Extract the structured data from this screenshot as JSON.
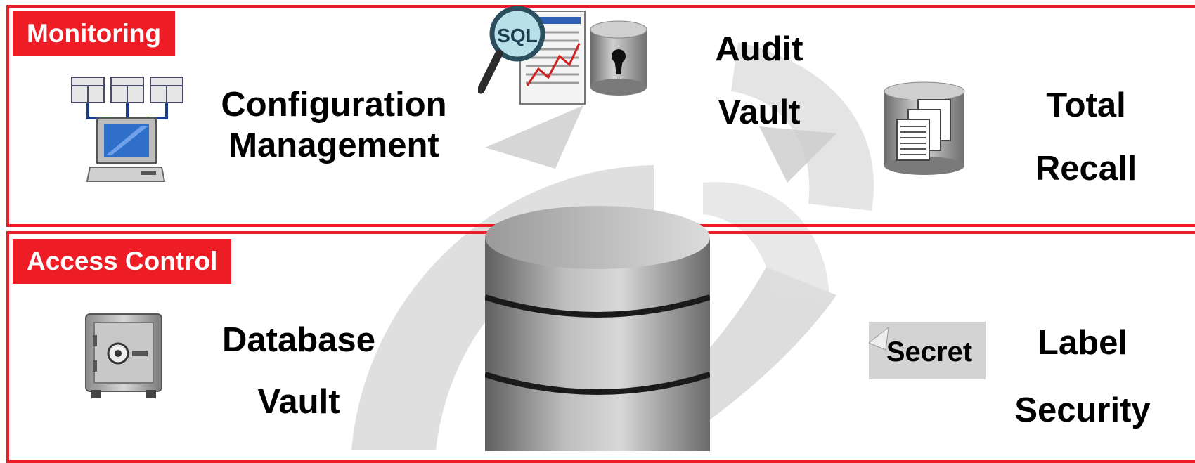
{
  "sections": {
    "monitoring": {
      "label": "Monitoring"
    },
    "access_control": {
      "label": "Access Control"
    }
  },
  "products": {
    "configuration_management": {
      "line1": "Configuration",
      "line2": "Management",
      "icon": "networked-computer-icon"
    },
    "audit_vault": {
      "line1": "Audit",
      "line2": "Vault",
      "icon": "sql-report-magnifier-icon"
    },
    "total_recall": {
      "line1": "Total",
      "line2": "Recall",
      "icon": "database-documents-icon"
    },
    "database_vault": {
      "line1": "Database",
      "line2": "Vault",
      "icon": "safe-icon"
    },
    "label_security": {
      "line1": "Label",
      "line2": "Security",
      "icon": "secret-label-icon"
    }
  },
  "icons": {
    "sql_badge": "SQL",
    "secret_label": "Secret"
  },
  "colors": {
    "accent": "#ee1c24",
    "watermark": "#c8c8c8"
  }
}
